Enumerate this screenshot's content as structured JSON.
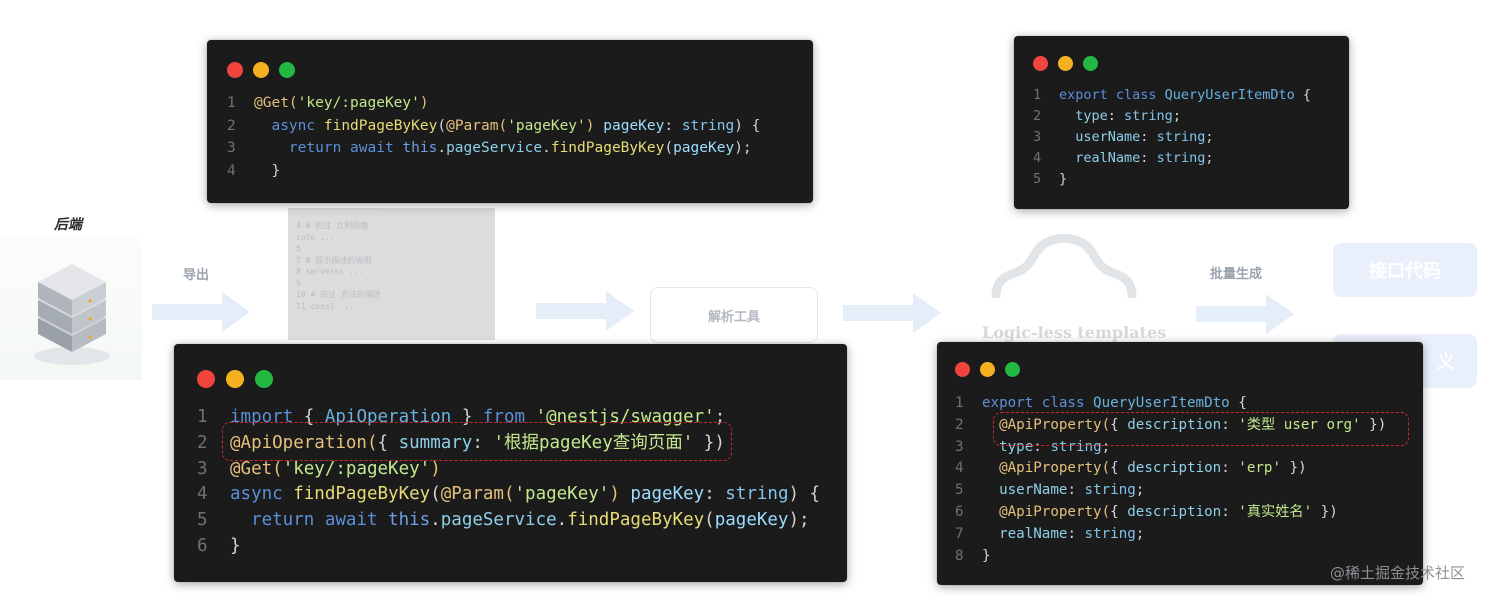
{
  "backend_label": "后端",
  "export_label": "导出",
  "tool_label": "解析工具",
  "logic_label": "Logic-less templates",
  "batch_label": "批量生成",
  "api_code_pill": "接口代码",
  "def_pill": "义",
  "watermark": "@稀土掘金技术社区",
  "faded_lines": [
    "4  # 的注 立刻的情",
    "  into ...",
    "5",
    "7  # 提示描述的说明",
    "8  serversc ...",
    "9",
    "10  # 的注 方法的描述",
    "11  consl ..."
  ],
  "colors": {
    "code_bg": "#1b1b1c",
    "dot_red": "#f0453e",
    "dot_yellow": "#f5b120",
    "dot_green": "#23b842",
    "highlight_box": "#c82a2a",
    "arrow": "#e4edf8"
  },
  "window1": {
    "lines": [
      {
        "n": "1",
        "t": [
          [
            "dec",
            "@Get("
          ],
          [
            "str",
            "'key/:pageKey'"
          ],
          [
            "dec",
            ")"
          ]
        ]
      },
      {
        "n": "2",
        "t": [
          [
            "pun",
            "  "
          ],
          [
            "kw",
            "async "
          ],
          [
            "fn",
            "findPageByKey"
          ],
          [
            "pun",
            "("
          ],
          [
            "dec",
            "@Param("
          ],
          [
            "str",
            "'pageKey'"
          ],
          [
            "dec",
            ")"
          ],
          [
            "pun",
            " "
          ],
          [
            "param",
            "pageKey"
          ],
          [
            "pun",
            ": "
          ],
          [
            "type",
            "string"
          ],
          [
            "pun",
            ") {"
          ]
        ]
      },
      {
        "n": "3",
        "t": [
          [
            "pun",
            "    "
          ],
          [
            "kw",
            "return await "
          ],
          [
            "this",
            "this"
          ],
          [
            "pun",
            "."
          ],
          [
            "prop",
            "pageService"
          ],
          [
            "pun",
            "."
          ],
          [
            "fn",
            "findPageByKey"
          ],
          [
            "pun",
            "("
          ],
          [
            "param",
            "pageKey"
          ],
          [
            "pun",
            ");"
          ]
        ]
      },
      {
        "n": "4",
        "t": [
          [
            "pun",
            "  }"
          ]
        ]
      }
    ]
  },
  "window2": {
    "lines": [
      {
        "n": "1",
        "t": [
          [
            "kw",
            "export class "
          ],
          [
            "cls",
            "QueryUserItemDto"
          ],
          [
            "pun",
            " {"
          ]
        ]
      },
      {
        "n": "2",
        "t": [
          [
            "pun",
            "  "
          ],
          [
            "prop",
            "type"
          ],
          [
            "pun",
            ": "
          ],
          [
            "type",
            "string"
          ],
          [
            "pun",
            ";"
          ]
        ]
      },
      {
        "n": "3",
        "t": [
          [
            "pun",
            "  "
          ],
          [
            "prop",
            "userName"
          ],
          [
            "pun",
            ": "
          ],
          [
            "type",
            "string"
          ],
          [
            "pun",
            ";"
          ]
        ]
      },
      {
        "n": "4",
        "t": [
          [
            "pun",
            "  "
          ],
          [
            "prop",
            "realName"
          ],
          [
            "pun",
            ": "
          ],
          [
            "type",
            "string"
          ],
          [
            "pun",
            ";"
          ]
        ]
      },
      {
        "n": "5",
        "t": [
          [
            "pun",
            "}"
          ]
        ]
      }
    ]
  },
  "window3": {
    "lines": [
      {
        "n": "1",
        "t": [
          [
            "kw",
            "import "
          ],
          [
            "pun",
            "{ "
          ],
          [
            "cls",
            "ApiOperation"
          ],
          [
            "pun",
            " } "
          ],
          [
            "kw",
            "from "
          ],
          [
            "str",
            "'@nestjs/swagger'"
          ],
          [
            "pun",
            ";"
          ]
        ]
      },
      {
        "n": "2",
        "t": [
          [
            "dec",
            "@ApiOperation("
          ],
          [
            "pun",
            "{ "
          ],
          [
            "prop",
            "summary"
          ],
          [
            "pun",
            ": "
          ],
          [
            "str",
            "'根据pageKey查询页面'"
          ],
          [
            "pun",
            " })"
          ]
        ]
      },
      {
        "n": "3",
        "t": [
          [
            "dec",
            "@Get("
          ],
          [
            "str",
            "'key/:pageKey'"
          ],
          [
            "dec",
            ")"
          ]
        ]
      },
      {
        "n": "4",
        "t": [
          [
            "kw",
            "async "
          ],
          [
            "fn",
            "findPageByKey"
          ],
          [
            "pun",
            "("
          ],
          [
            "dec",
            "@Param("
          ],
          [
            "str",
            "'pageKey'"
          ],
          [
            "dec",
            ")"
          ],
          [
            "pun",
            " "
          ],
          [
            "param",
            "pageKey"
          ],
          [
            "pun",
            ": "
          ],
          [
            "type",
            "string"
          ],
          [
            "pun",
            ") {"
          ]
        ]
      },
      {
        "n": "5",
        "t": [
          [
            "pun",
            "  "
          ],
          [
            "kw",
            "return await "
          ],
          [
            "this",
            "this"
          ],
          [
            "pun",
            "."
          ],
          [
            "prop",
            "pageService"
          ],
          [
            "pun",
            "."
          ],
          [
            "fn",
            "findPageByKey"
          ],
          [
            "pun",
            "("
          ],
          [
            "param",
            "pageKey"
          ],
          [
            "pun",
            ");"
          ]
        ]
      },
      {
        "n": "6",
        "t": [
          [
            "pun",
            "}"
          ]
        ]
      }
    ]
  },
  "window4": {
    "lines": [
      {
        "n": "1",
        "t": [
          [
            "kw",
            "export class "
          ],
          [
            "cls",
            "QueryUserItemDto"
          ],
          [
            "pun",
            " {"
          ]
        ]
      },
      {
        "n": "2",
        "t": [
          [
            "pun",
            "  "
          ],
          [
            "dec",
            "@ApiProperty("
          ],
          [
            "pun",
            "{ "
          ],
          [
            "prop",
            "description"
          ],
          [
            "pun",
            ": "
          ],
          [
            "str",
            "'类型 user org'"
          ],
          [
            "pun",
            " })"
          ]
        ]
      },
      {
        "n": "3",
        "t": [
          [
            "pun",
            "  "
          ],
          [
            "prop",
            "type"
          ],
          [
            "pun",
            ": "
          ],
          [
            "type",
            "string"
          ],
          [
            "pun",
            ";"
          ]
        ]
      },
      {
        "n": "4",
        "t": [
          [
            "pun",
            "  "
          ],
          [
            "dec",
            "@ApiProperty("
          ],
          [
            "pun",
            "{ "
          ],
          [
            "prop",
            "description"
          ],
          [
            "pun",
            ": "
          ],
          [
            "str",
            "'erp'"
          ],
          [
            "pun",
            " })"
          ]
        ]
      },
      {
        "n": "5",
        "t": [
          [
            "pun",
            "  "
          ],
          [
            "prop",
            "userName"
          ],
          [
            "pun",
            ": "
          ],
          [
            "type",
            "string"
          ],
          [
            "pun",
            ";"
          ]
        ]
      },
      {
        "n": "6",
        "t": [
          [
            "pun",
            "  "
          ],
          [
            "dec",
            "@ApiProperty("
          ],
          [
            "pun",
            "{ "
          ],
          [
            "prop",
            "description"
          ],
          [
            "pun",
            ": "
          ],
          [
            "str",
            "'真实姓名'"
          ],
          [
            "pun",
            " })"
          ]
        ]
      },
      {
        "n": "7",
        "t": [
          [
            "pun",
            "  "
          ],
          [
            "prop",
            "realName"
          ],
          [
            "pun",
            ": "
          ],
          [
            "type",
            "string"
          ],
          [
            "pun",
            ";"
          ]
        ]
      },
      {
        "n": "8",
        "t": [
          [
            "pun",
            "}"
          ]
        ]
      }
    ]
  }
}
